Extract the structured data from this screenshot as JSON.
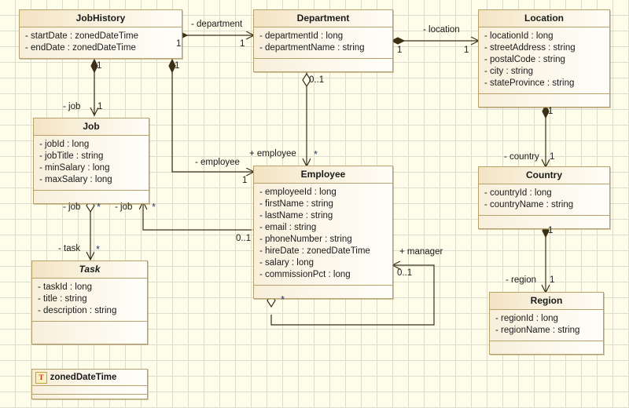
{
  "diagram": {
    "title": "UML Class Diagram",
    "background_color": "#fdfde9",
    "grid_color": "#dcdcd0",
    "class_border_color": "#b8a06a",
    "class_header_color": "#f3e3c2"
  },
  "classes": [
    {
      "id": "jobhistory",
      "name": "JobHistory",
      "abstract": false,
      "has_operations_compartment": false,
      "attributes": [
        "- startDate : zonedDateTime",
        "- endDate : zonedDateTime"
      ]
    },
    {
      "id": "department",
      "name": "Department",
      "abstract": false,
      "has_operations_compartment": true,
      "attributes": [
        "- departmentId : long",
        "- departmentName : string"
      ]
    },
    {
      "id": "location",
      "name": "Location",
      "abstract": false,
      "has_operations_compartment": true,
      "attributes": [
        "- locationId : long",
        "- streetAddress : string",
        "- postalCode : string",
        "- city : string",
        "- stateProvince : string"
      ]
    },
    {
      "id": "job",
      "name": "Job",
      "abstract": false,
      "has_operations_compartment": true,
      "attributes": [
        "- jobId : long",
        "- jobTitle : string",
        "- minSalary : long",
        "- maxSalary : long"
      ]
    },
    {
      "id": "employee",
      "name": "Employee",
      "abstract": false,
      "has_operations_compartment": true,
      "attributes": [
        "- employeeId : long",
        "- firstName : string",
        "- lastName : string",
        "- email : string",
        "- phoneNumber : string",
        "- hireDate : zonedDateTime",
        "- salary : long",
        "- commissionPct : long"
      ]
    },
    {
      "id": "country",
      "name": "Country",
      "abstract": false,
      "has_operations_compartment": true,
      "attributes": [
        "- countryId : long",
        "- countryName : string"
      ]
    },
    {
      "id": "task",
      "name": "Task",
      "abstract": true,
      "has_operations_compartment": true,
      "attributes": [
        "- taskId : long",
        "- title : string",
        "- description : string"
      ]
    },
    {
      "id": "region",
      "name": "Region",
      "abstract": false,
      "has_operations_compartment": true,
      "attributes": [
        "- regionId : long",
        "- regionName : string"
      ]
    }
  ],
  "datatypes": [
    {
      "id": "zoneddatetime",
      "name": "zonedDateTime",
      "stereotype_icon": "T"
    }
  ],
  "associations": [
    {
      "id": "jobhistory-department",
      "role_label": "- department",
      "source": "JobHistory",
      "target": "Department",
      "source_mult": "1",
      "target_mult": "1",
      "source_end": "composite-diamond",
      "target_end": "open-arrow"
    },
    {
      "id": "department-location",
      "role_label": "- location",
      "source": "Department",
      "target": "Location",
      "source_mult": "1",
      "target_mult": "1",
      "source_end": "composite-diamond",
      "target_end": "open-arrow"
    },
    {
      "id": "jobhistory-job",
      "role_label": "- job",
      "source": "JobHistory",
      "target": "Job",
      "source_mult": "1",
      "target_mult": "1",
      "source_end": "composite-diamond",
      "target_end": "open-arrow"
    },
    {
      "id": "jobhistory-employee",
      "role_label": "- employee",
      "source": "JobHistory",
      "target": "Employee",
      "source_mult": "1",
      "target_mult": "1",
      "source_end": "composite-diamond",
      "target_end": "open-arrow"
    },
    {
      "id": "department-employee",
      "role_label": "+ employee",
      "source": "Department",
      "target": "Employee",
      "source_mult": "0..1",
      "target_mult": "*",
      "source_end": "shared-diamond",
      "target_end": "open-arrow"
    },
    {
      "id": "location-country",
      "role_label": "- country",
      "source": "Location",
      "target": "Country",
      "source_mult": "1",
      "target_mult": "1",
      "source_end": "composite-diamond",
      "target_end": "open-arrow"
    },
    {
      "id": "country-region",
      "role_label": "- region",
      "source": "Country",
      "target": "Region",
      "source_mult": "1",
      "target_mult": "1",
      "source_end": "composite-diamond",
      "target_end": "open-arrow"
    },
    {
      "id": "job-task",
      "role_label_source": "- job",
      "role_label_target": "- task",
      "source": "Job",
      "target": "Task",
      "source_mult": "*",
      "target_mult": "*",
      "source_end": "shared-diamond",
      "target_end": "open-arrow"
    },
    {
      "id": "employee-job",
      "role_label": "- job",
      "source": "Employee",
      "target": "Job",
      "source_mult": "0..1",
      "target_mult": "*",
      "source_end": "shared-diamond",
      "target_end": "open-arrow"
    },
    {
      "id": "employee-manager",
      "role_label": "+ manager",
      "source": "Employee",
      "target": "Employee",
      "source_mult": "*",
      "target_mult": "0..1",
      "source_end": "shared-diamond",
      "target_end": "open-arrow"
    }
  ],
  "edge_labels": [
    {
      "id": "lbl-department",
      "text": "- department"
    },
    {
      "id": "lbl-location",
      "text": "- location"
    },
    {
      "id": "lbl-job-history",
      "text": "- job"
    },
    {
      "id": "lbl-employee-history",
      "text": "- employee"
    },
    {
      "id": "lbl-employee-dept",
      "text": "+ employee"
    },
    {
      "id": "lbl-country",
      "text": "- country"
    },
    {
      "id": "lbl-region",
      "text": "- region"
    },
    {
      "id": "lbl-job-task",
      "text": "- job"
    },
    {
      "id": "lbl-task",
      "text": "- task"
    },
    {
      "id": "lbl-job-employee",
      "text": "- job"
    },
    {
      "id": "lbl-manager",
      "text": "+ manager"
    }
  ],
  "multiplicities": [
    {
      "id": "m1",
      "text": "1"
    },
    {
      "id": "m2",
      "text": "1"
    },
    {
      "id": "m3",
      "text": "1"
    },
    {
      "id": "m4",
      "text": "1"
    },
    {
      "id": "m5",
      "text": "1"
    },
    {
      "id": "m6",
      "text": "1"
    },
    {
      "id": "m7",
      "text": "1"
    },
    {
      "id": "m8",
      "text": "1"
    },
    {
      "id": "m9",
      "text": "0..1"
    },
    {
      "id": "m10",
      "text": "*"
    },
    {
      "id": "m11",
      "text": "1"
    },
    {
      "id": "m12",
      "text": "1"
    },
    {
      "id": "m13",
      "text": "1"
    },
    {
      "id": "m14",
      "text": "1"
    },
    {
      "id": "m15",
      "text": "*"
    },
    {
      "id": "m16",
      "text": "*"
    },
    {
      "id": "m17",
      "text": "*"
    },
    {
      "id": "m18",
      "text": "0..1"
    },
    {
      "id": "m19",
      "text": "*"
    },
    {
      "id": "m20",
      "text": "0..1"
    }
  ]
}
